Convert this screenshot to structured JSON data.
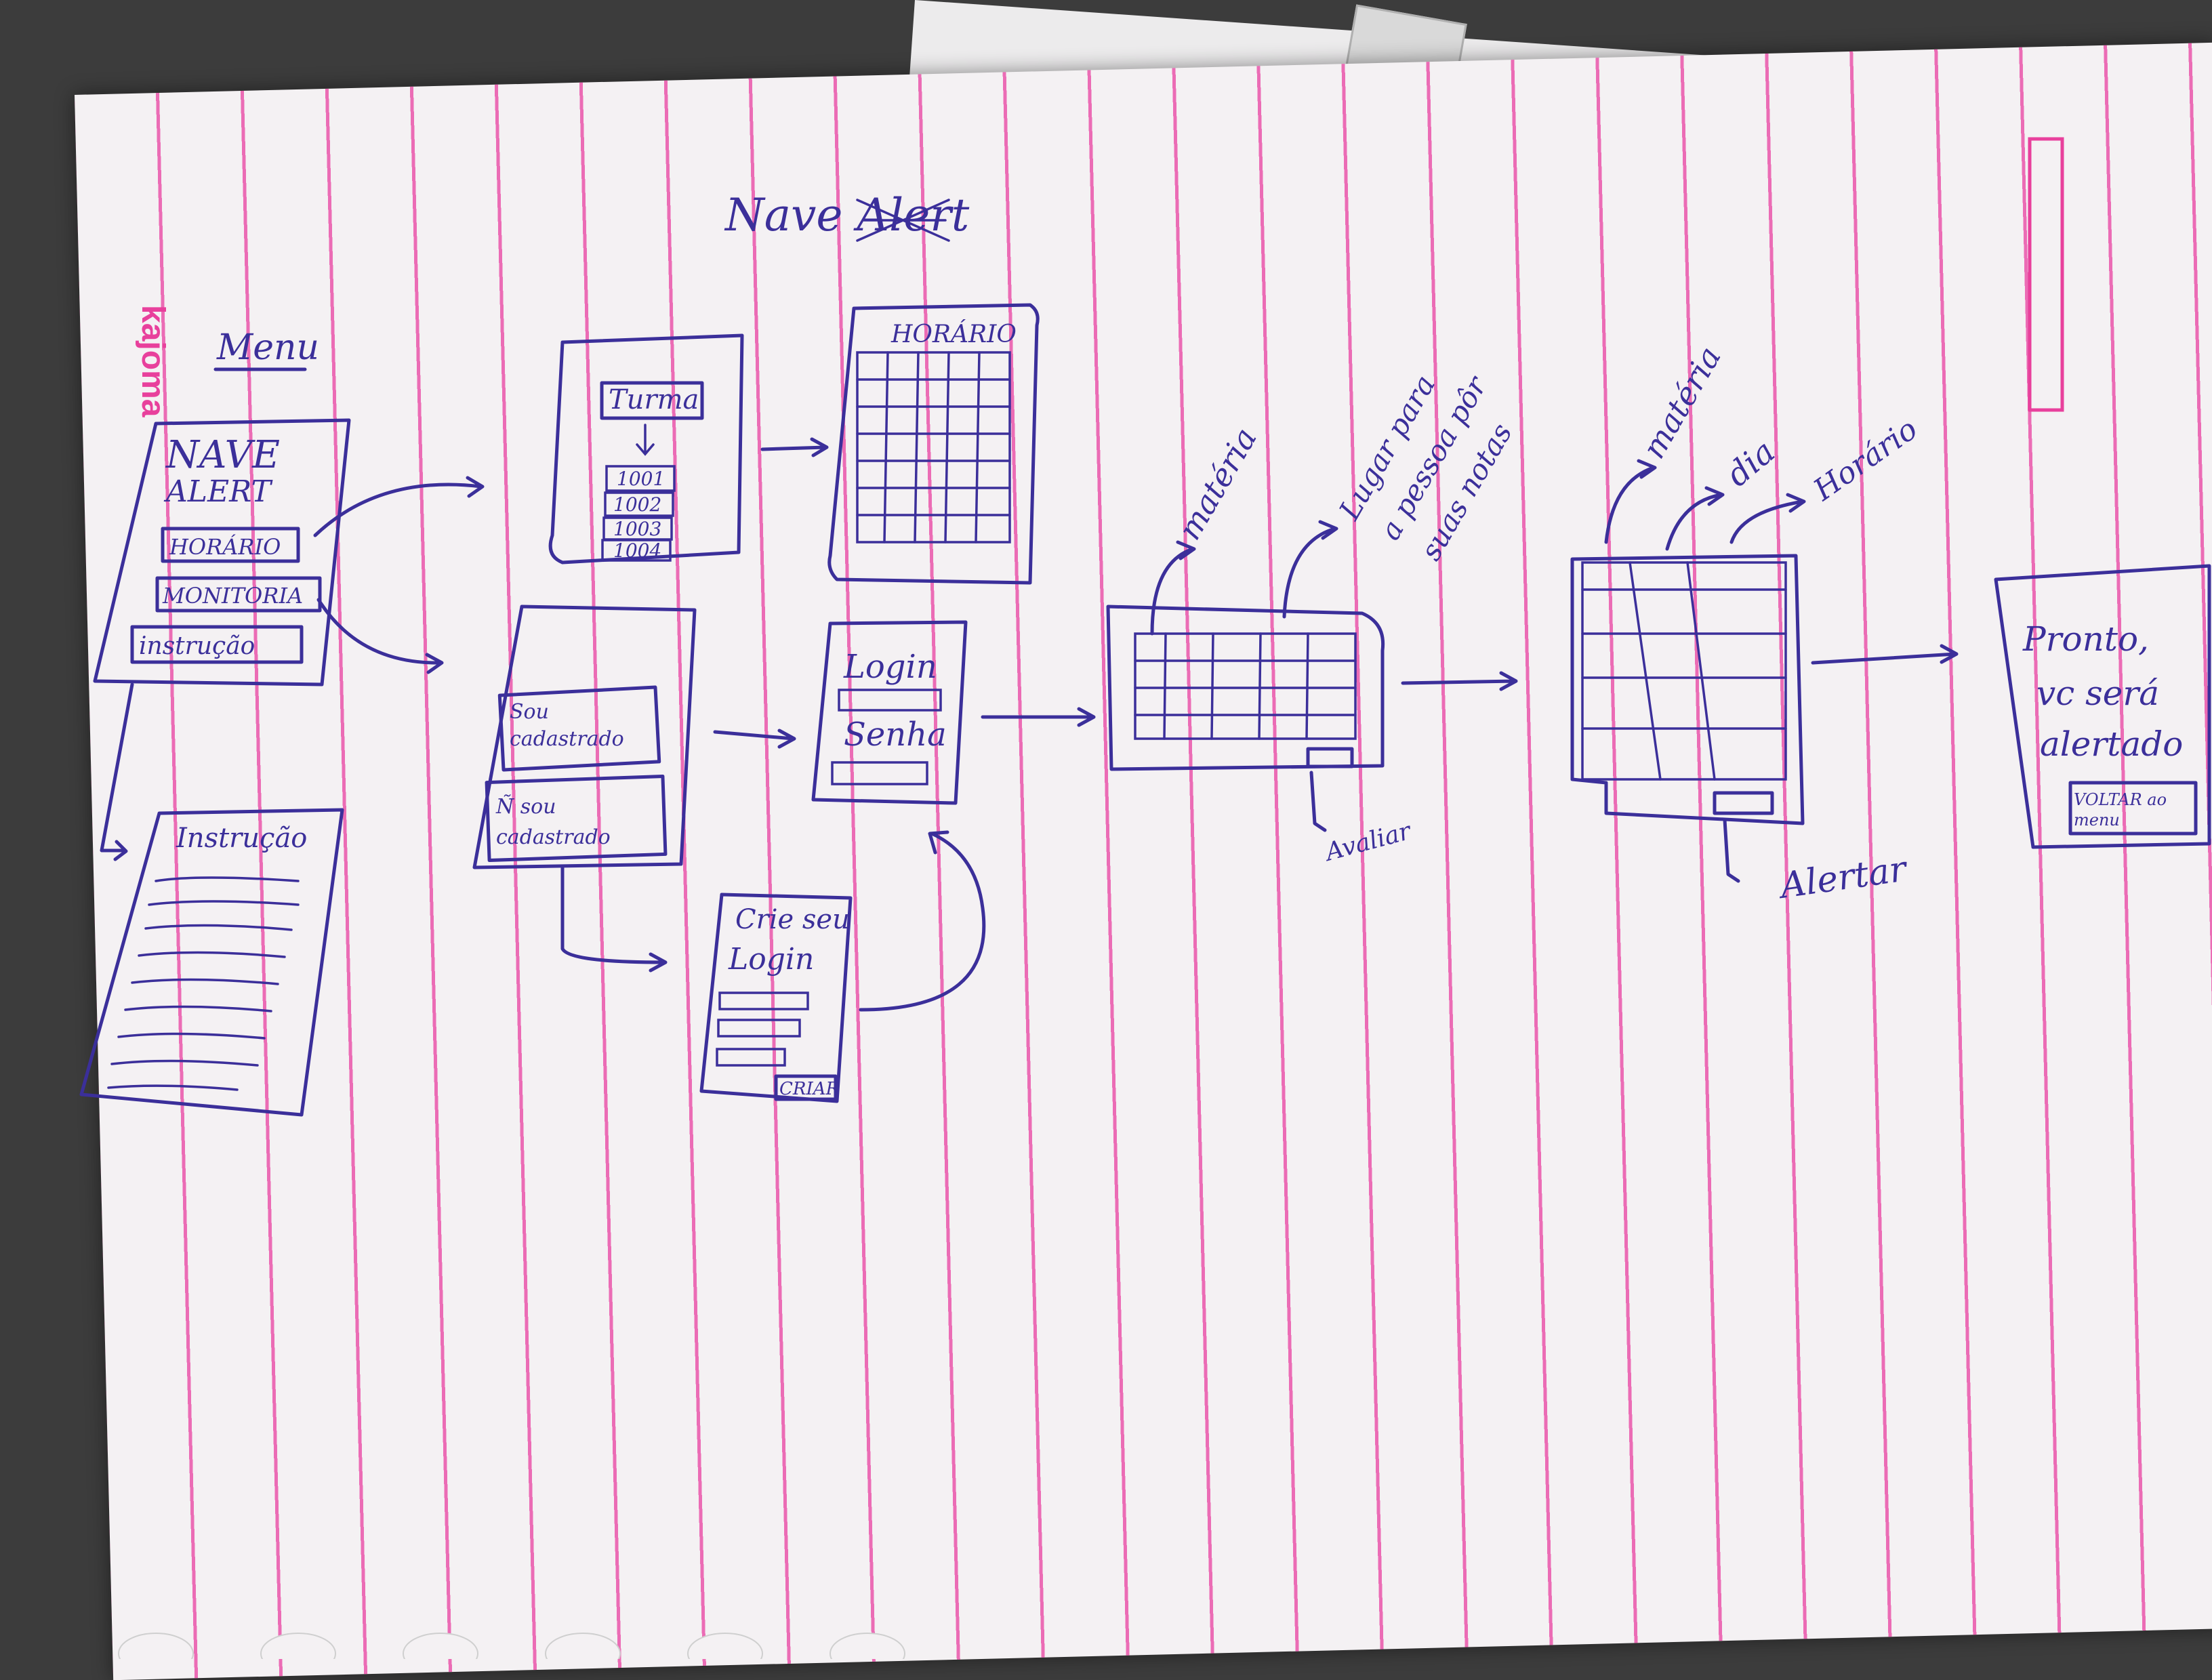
{
  "title": "Nave Alert",
  "brand": "kajoma",
  "menu": {
    "heading": "Menu",
    "app_name_line1": "NAVE",
    "app_name_line2": "ALERT",
    "buttons": [
      "HORÁRIO",
      "MONITORIA",
      "instrução"
    ]
  },
  "instrucao_screen": {
    "title": "Instrução"
  },
  "turma_screen": {
    "dropdown_label": "Turma",
    "options": [
      "1001",
      "1002",
      "1003",
      "1004"
    ]
  },
  "horario_screen": {
    "title": "HORÁRIO"
  },
  "cadastro_screen": {
    "option_registered": "Sou cadastrado",
    "option_not_registered": "Ñ sou cadastrado"
  },
  "login_screen": {
    "login_label": "Login",
    "password_label": "Senha"
  },
  "create_login_screen": {
    "title": "Crie seu Login",
    "button": "CRIAR"
  },
  "grade_screen": {
    "annotation_subject": "matéria",
    "annotation_grades": "Lugar para a pessoa pôr suas notas",
    "annotation_button": "Avaliar"
  },
  "alert_screen": {
    "annotation_subject": "matéria",
    "annotation_day": "dia",
    "annotation_time": "Horário",
    "annotation_button": "Alertar"
  },
  "done_screen": {
    "message_line1": "Pronto,",
    "message_line2": "vc será",
    "message_line3": "alertado",
    "button": "VOLTAR ao menu"
  },
  "colors": {
    "ink": "#3b2f9a",
    "rule": "#e8409c",
    "paper": "#f4f1f3"
  }
}
